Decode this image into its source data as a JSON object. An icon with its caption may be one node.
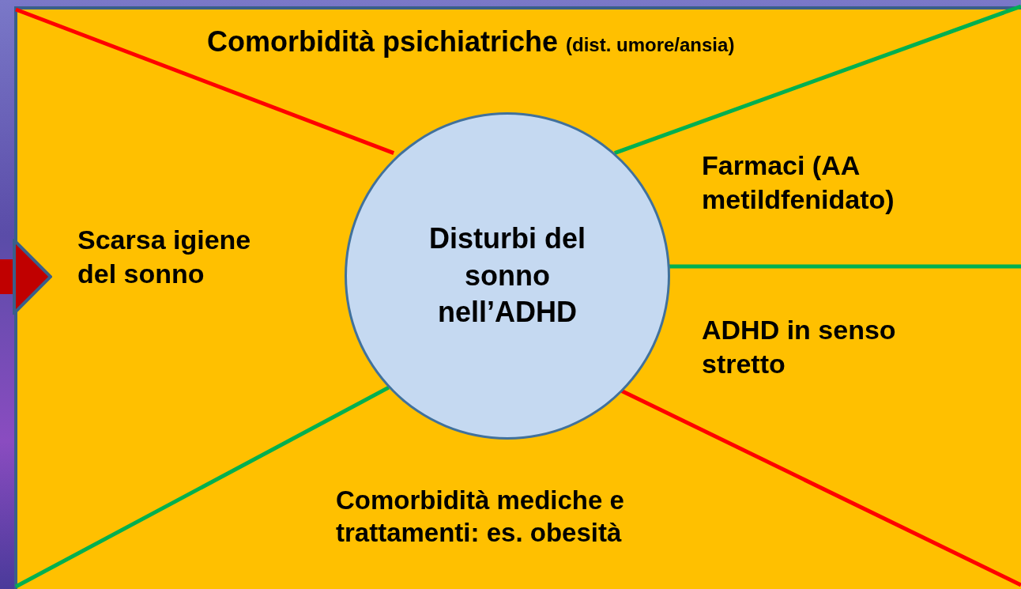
{
  "diagram": {
    "nodes": [
      {
        "text": [],
        "shape": "box"
      },
      {
        "text": [
          "Disturbi del sonno nell’ADHD"
        ],
        "in": 0
      }
    ],
    "edges": [
      {
        "from": 1,
        "to": null,
        "arrow": "none",
        "color": "#ff0000"
      },
      {
        "from": 1,
        "to": null,
        "arrow": "none",
        "color": "#00b050"
      },
      {
        "from": 1,
        "to": null,
        "arrow": "none",
        "color": "#00b050"
      },
      {
        "from": 1,
        "to": null,
        "arrow": "none",
        "color": "#ff0000"
      },
      {
        "from": 1,
        "to": null,
        "arrow": "none",
        "color": "#00b050"
      },
      {
        "from": null,
        "to": 0,
        "arrow": "to",
        "style": "thick",
        "color": "#c00000"
      }
    ],
    "labels": [
      "Comorbidità psichiatriche",
      "(dist. umore/ansia)",
      "Farmaci (AA metildfenidato)",
      "Scarsa igiene del sonno",
      "ADHD in senso stretto",
      "Comorbidità mediche e trattamenti: es. obesità"
    ]
  }
}
